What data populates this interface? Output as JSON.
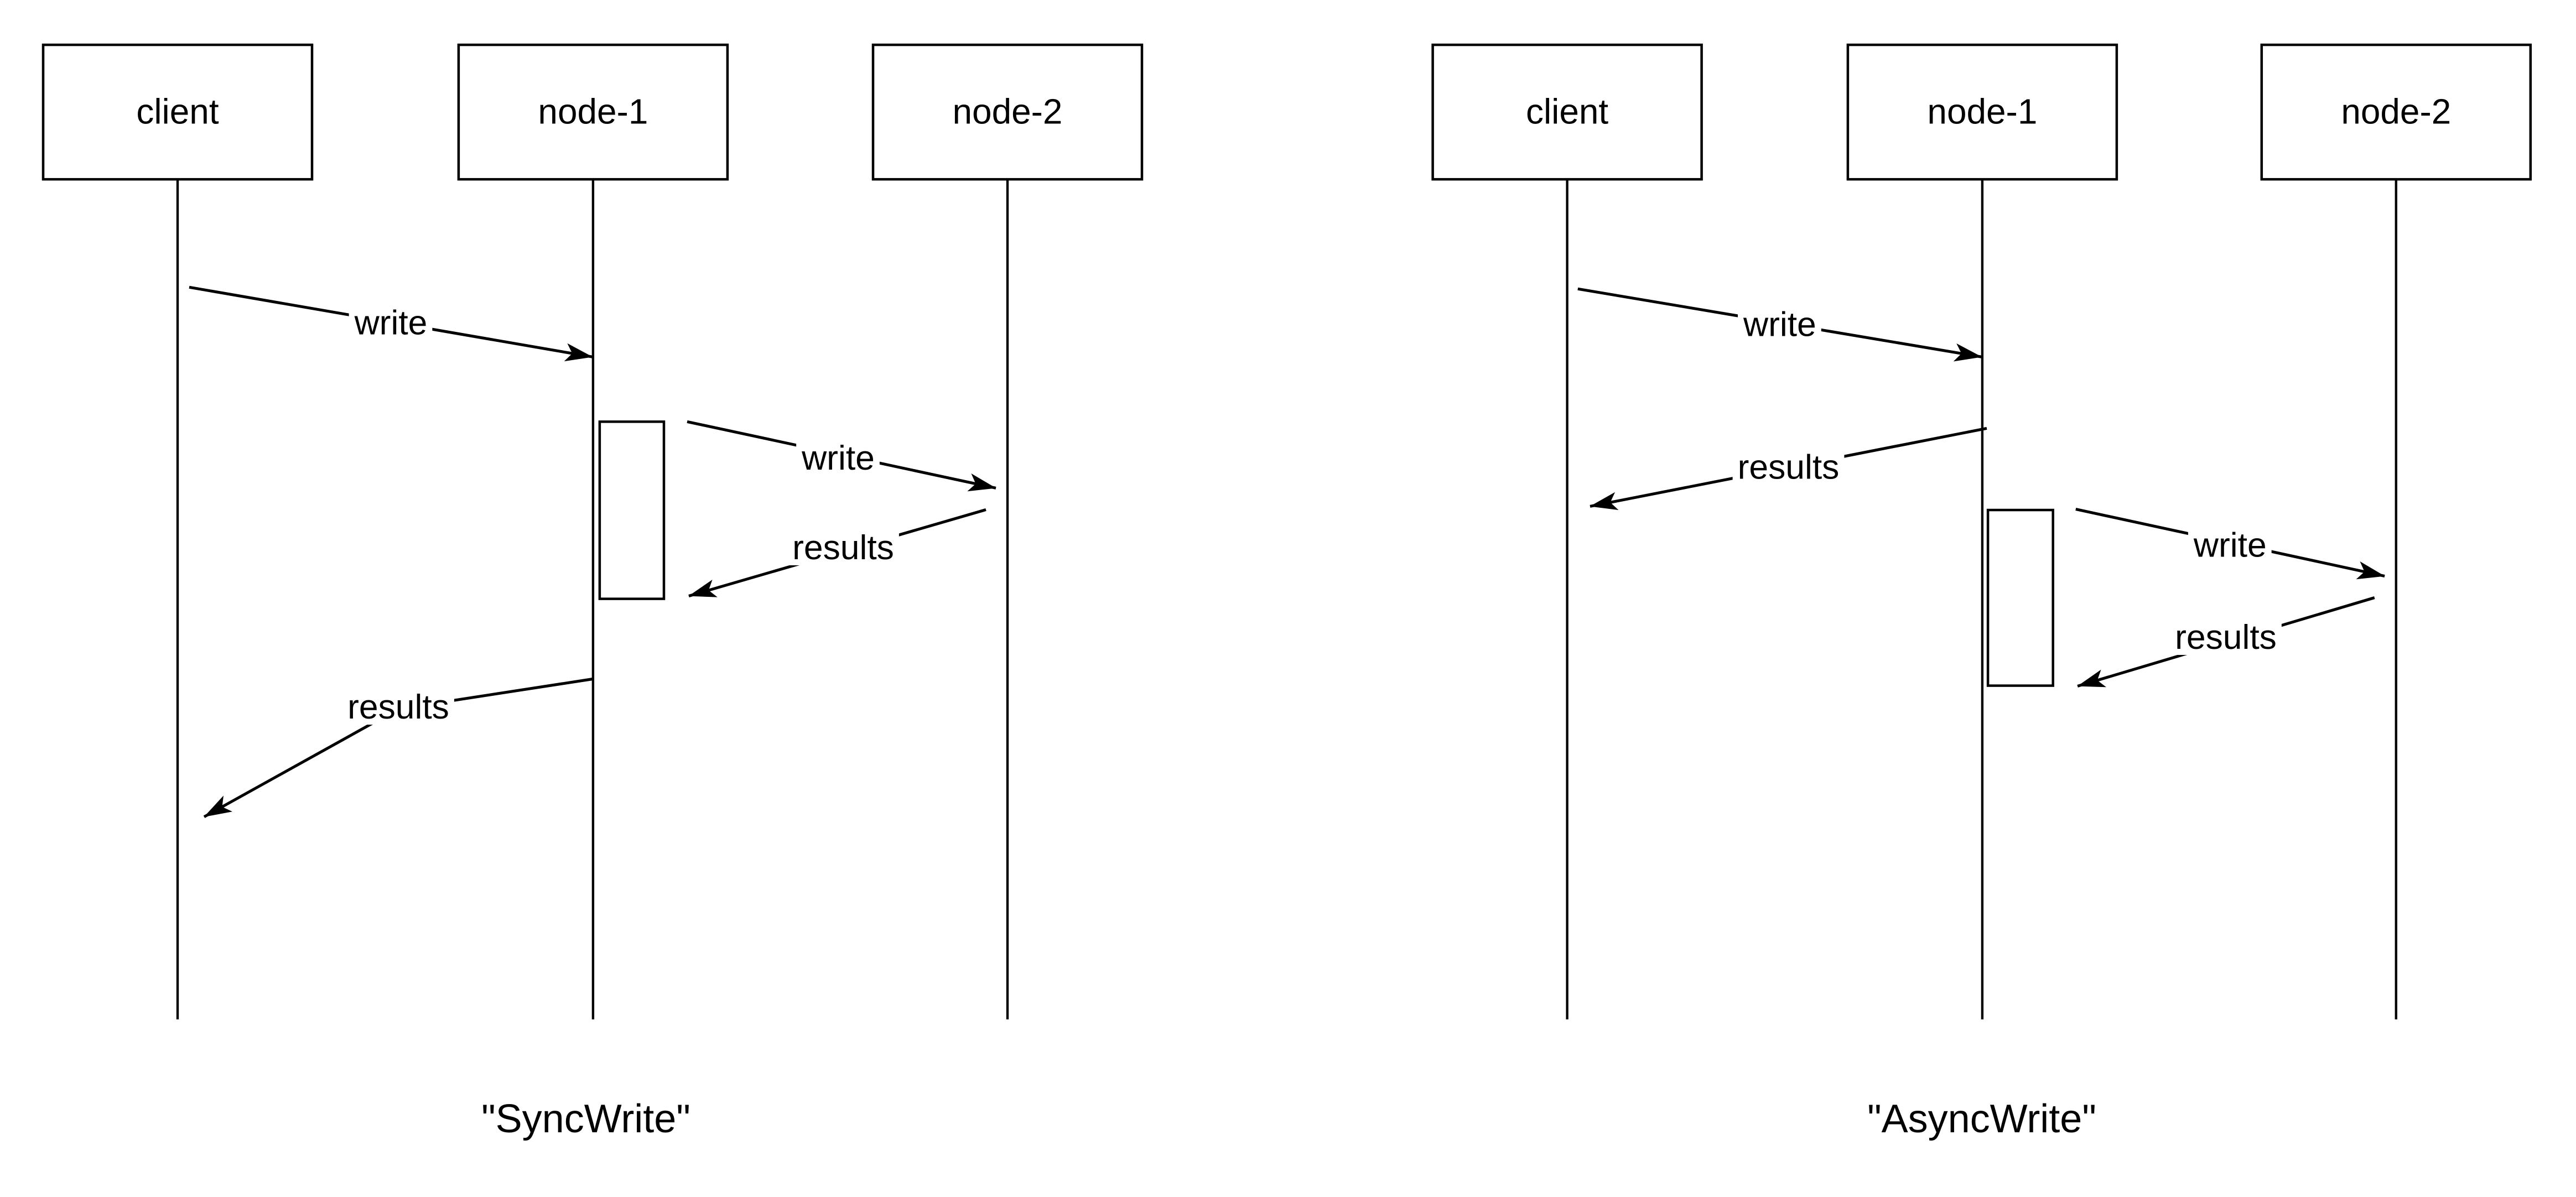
{
  "diagrams": [
    {
      "caption": "\"SyncWrite\"",
      "actors": [
        {
          "label": "client"
        },
        {
          "label": "node-1"
        },
        {
          "label": "node-2"
        }
      ],
      "messages": [
        {
          "label": "write",
          "from": "client",
          "to": "node-1"
        },
        {
          "label": "write",
          "from": "node-1",
          "to": "node-2"
        },
        {
          "label": "results",
          "from": "node-2",
          "to": "node-1"
        },
        {
          "label": "results",
          "from": "node-1",
          "to": "client"
        }
      ]
    },
    {
      "caption": "\"AsyncWrite\"",
      "actors": [
        {
          "label": "client"
        },
        {
          "label": "node-1"
        },
        {
          "label": "node-2"
        }
      ],
      "messages": [
        {
          "label": "write",
          "from": "client",
          "to": "node-1"
        },
        {
          "label": "results",
          "from": "node-1",
          "to": "client"
        },
        {
          "label": "write",
          "from": "node-1",
          "to": "node-2"
        },
        {
          "label": "results",
          "from": "node-2",
          "to": "node-1"
        }
      ]
    }
  ]
}
